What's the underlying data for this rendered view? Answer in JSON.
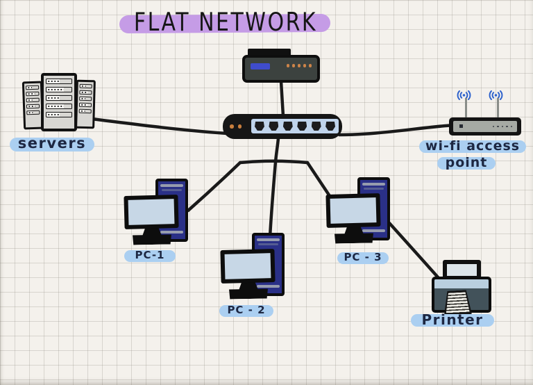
{
  "title": "FLAT NETWORK",
  "palette": {
    "paper": "#f4f1ec",
    "grid_line": "#d9d5cd",
    "ink": "#1a1a1a",
    "title_highlight": "#c59ce6",
    "label_highlight": "#abcff1",
    "label_text": "#1d2742",
    "tower_blue": "#2a3087",
    "screen_blue": "#c7d7e6",
    "switch_panel_blue": "#c0d4ec",
    "led_orange": "#c97f3e",
    "router_body": "#3c423f",
    "router_display_blue": "#3f4ccc",
    "printer_body": "#42525a",
    "printer_band_blue": "#b9cfdf",
    "rack_gray": "#d8d7d3",
    "wifi_signal_blue": "#2e62cc"
  },
  "nodes": {
    "router": {
      "id": "router",
      "led_count": 5
    },
    "switch": {
      "id": "switch",
      "port_count": 6,
      "led_count": 2
    },
    "servers": {
      "id": "servers",
      "label": "servers",
      "rack_count": 3
    },
    "wifi_access_point": {
      "id": "wifi-access-point",
      "label_line1": "wi-fi access",
      "label_line2": "point",
      "antenna_count": 2
    },
    "pc1": {
      "id": "pc1",
      "label": "PC-1"
    },
    "pc2": {
      "id": "pc2",
      "label": "PC - 2"
    },
    "pc3": {
      "id": "pc3",
      "label": "PC - 3"
    },
    "printer": {
      "id": "printer",
      "label": "Printer"
    }
  },
  "connections": [
    {
      "from": "router",
      "to": "switch"
    },
    {
      "from": "servers",
      "to": "switch"
    },
    {
      "from": "switch",
      "to": "wifi-access-point"
    },
    {
      "from": "switch",
      "to": "pc1"
    },
    {
      "from": "switch",
      "to": "pc2"
    },
    {
      "from": "switch",
      "to": "pc3"
    },
    {
      "from": "pc3",
      "to": "printer"
    }
  ]
}
